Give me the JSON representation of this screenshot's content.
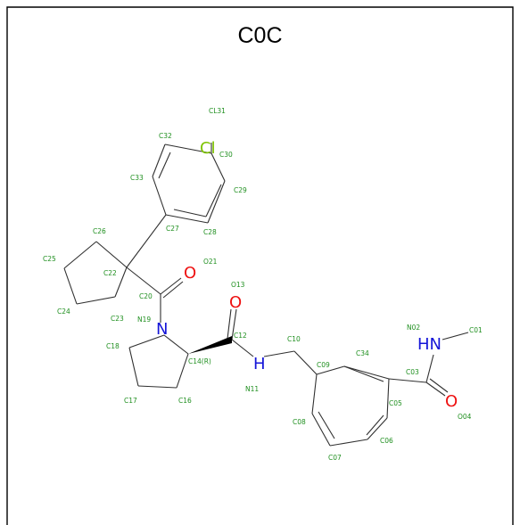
{
  "title": "C0C",
  "colors": {
    "label": "#1f8f1f",
    "nitrogen": "#1515d8",
    "oxygen": "#ee1111",
    "chlorine": "#7ec400",
    "bond": "#303030",
    "frame": "#000000"
  },
  "element_symbols": {
    "cl": "Cl",
    "o13": "O",
    "o21": "O",
    "o04": "O",
    "n19": "N",
    "n11": "H",
    "n02": "HN"
  },
  "atom_labels": [
    "CL31",
    "C30",
    "C32",
    "C33",
    "C29",
    "C27",
    "C28",
    "C26",
    "C25",
    "C22",
    "O21",
    "C20",
    "O13",
    "C24",
    "C23",
    "N19",
    "C12",
    "C18",
    "C14(R)",
    "C10",
    "N02",
    "C01",
    "C34",
    "C09",
    "C03",
    "N11",
    "C05",
    "C17",
    "C16",
    "O04",
    "C08",
    "C06",
    "C07"
  ]
}
